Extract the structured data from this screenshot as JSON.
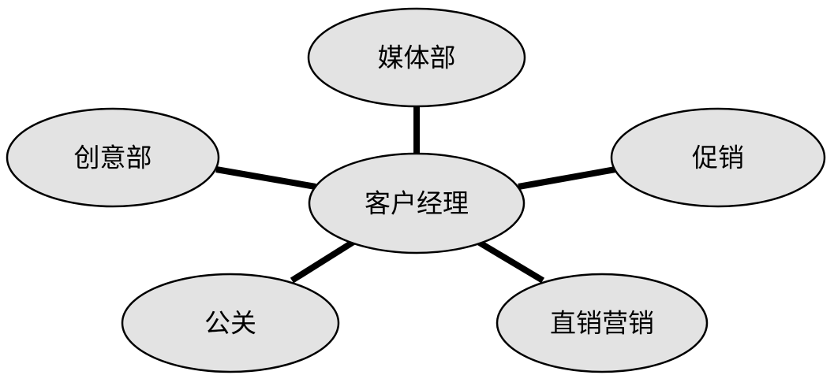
{
  "diagram": {
    "center": {
      "label": "客户经理"
    },
    "nodes": [
      {
        "id": "media",
        "label": "媒体部"
      },
      {
        "id": "creative",
        "label": "创意部"
      },
      {
        "id": "promotion",
        "label": "促销"
      },
      {
        "id": "pr",
        "label": "公关"
      },
      {
        "id": "direct",
        "label": "直销营销"
      }
    ]
  },
  "colors": {
    "fill": "#e3e3e3",
    "stroke": "#000000"
  }
}
